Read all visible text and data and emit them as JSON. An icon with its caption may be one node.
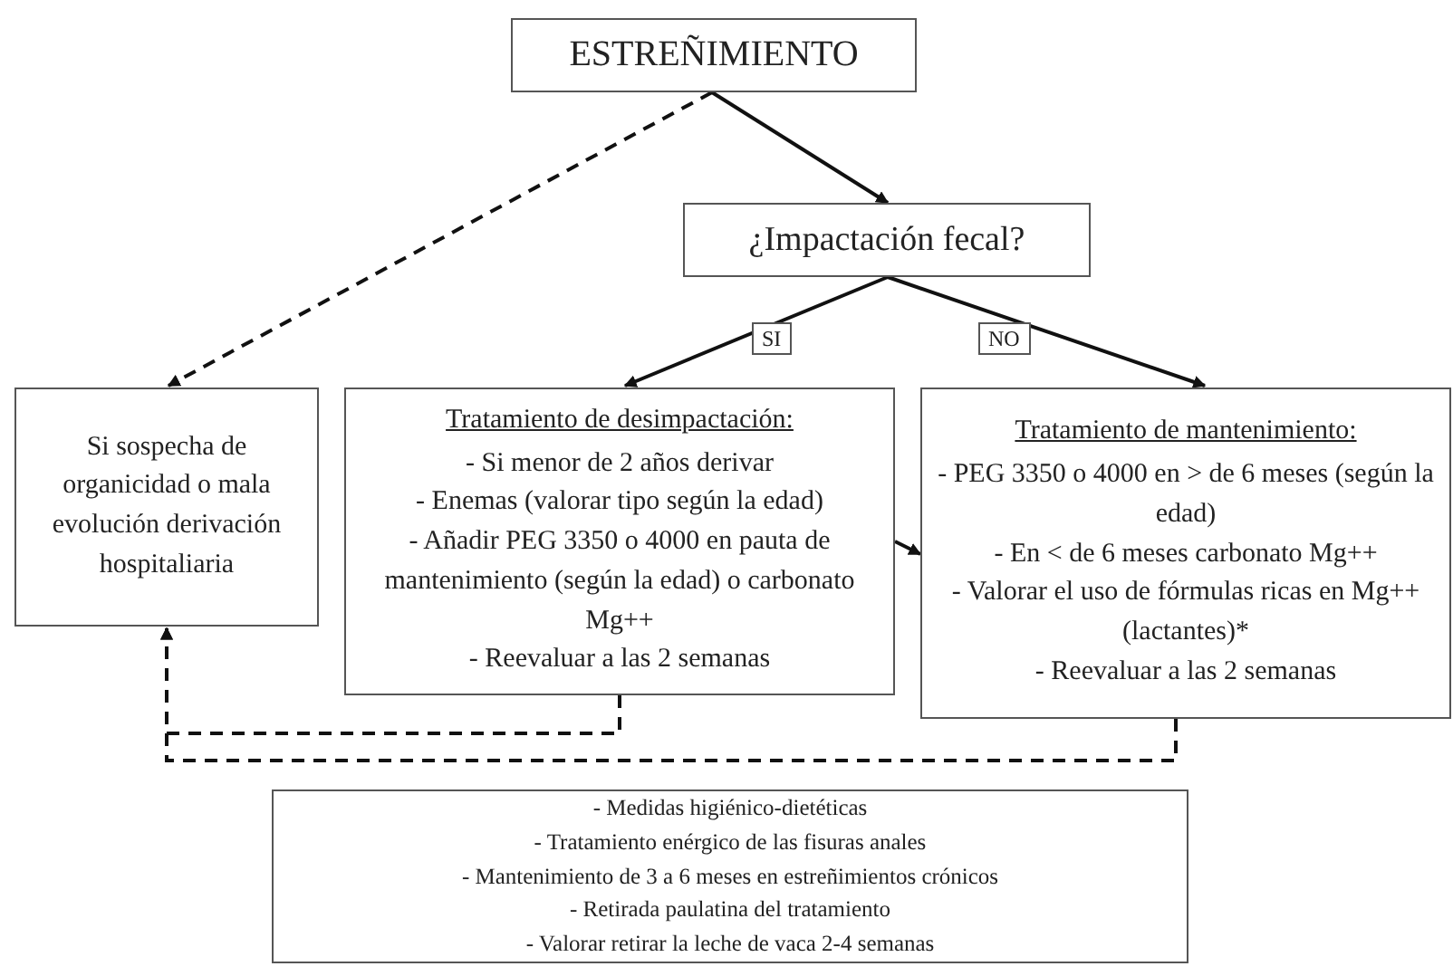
{
  "diagram": {
    "nodes": [
      {
        "text": [
          "ESTREÑIMIENTO"
        ]
      },
      {
        "text": [
          "¿Impactación fecal?"
        ]
      },
      {
        "text": [
          "Si sospecha de organicidad o mala evolución derivación hospitaliaria"
        ]
      },
      {
        "text": [
          "Tratamiento de desimpactación:",
          "- Si menor de 2 años derivar",
          "- Enemas (valorar tipo según la edad)",
          "- Añadir PEG 3350 o 4000 en pauta de mantenimiento (según la edad) o carbonato Mg++",
          "- Reevaluar a las 2 semanas"
        ]
      },
      {
        "text": [
          "Tratamiento de mantenimiento:",
          "- PEG 3350 o 4000 en > de 6 meses (según la edad)",
          "- En < de 6 meses carbonato Mg++",
          "- Valorar el uso de fórmulas ricas en Mg++ (lactantes)*",
          "- Reevaluar a las 2 semanas"
        ]
      },
      {
        "text": [
          "- Medidas higiénico-dietéticas",
          "- Tratamiento enérgico de las fisuras anales",
          "- Mantenimiento de 3 a 6 meses en estreñimientos crónicos",
          "- Retirada paulatina del tratamiento",
          "- Valorar retirar la leche de vaca 2-4 semanas"
        ]
      }
    ],
    "edges": [
      {
        "from": 0,
        "to": 1,
        "arrow": "to"
      },
      {
        "from": 0,
        "to": 2,
        "arrow": "to",
        "style": "dashed"
      },
      {
        "from": 1,
        "to": 3,
        "arrow": "to",
        "label": "SI"
      },
      {
        "from": 1,
        "to": 4,
        "arrow": "to",
        "label": "NO"
      },
      {
        "from": 3,
        "to": 4,
        "arrow": "to"
      },
      {
        "from": 3,
        "to": 2,
        "arrow": "to",
        "style": "dashed"
      },
      {
        "from": 4,
        "to": 2,
        "arrow": "to",
        "style": "dashed"
      }
    ]
  }
}
